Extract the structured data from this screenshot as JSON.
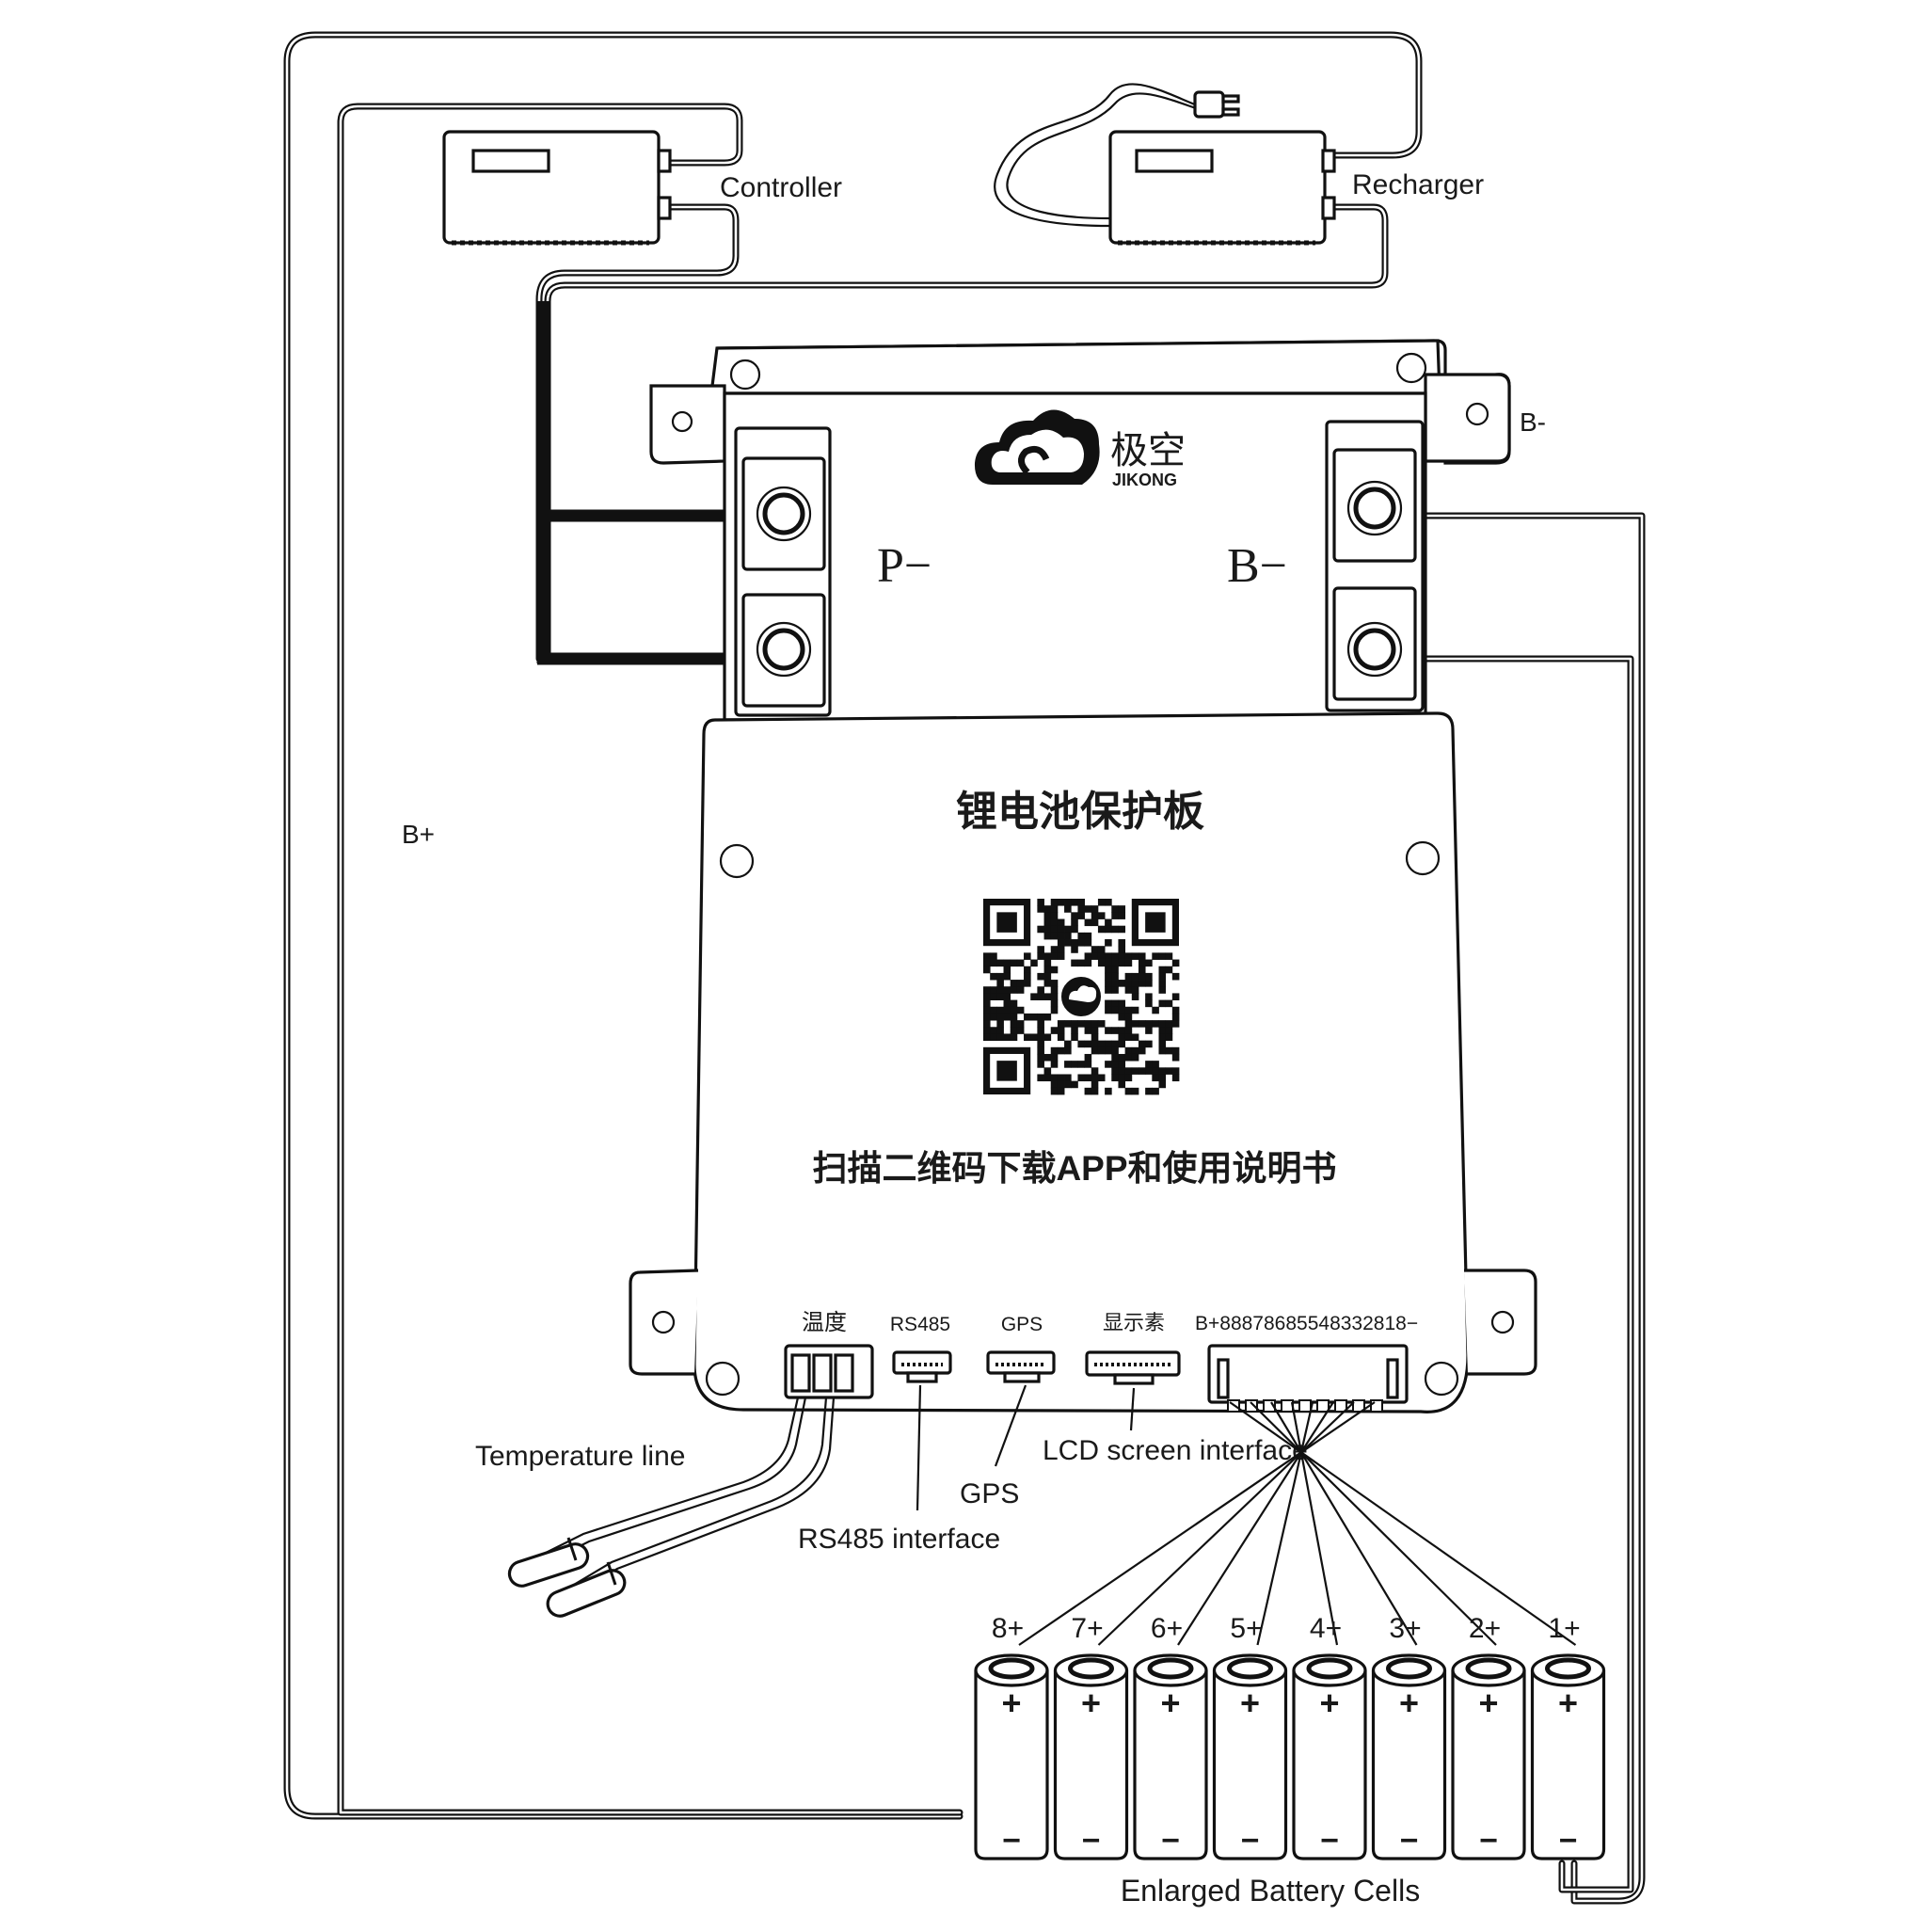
{
  "devices": {
    "controller": "Controller",
    "recharger": "Recharger"
  },
  "board": {
    "brand_cn": "极空",
    "brand_en": "JIKONG",
    "title_cn": "锂电池保护板",
    "qr_caption_cn": "扫描二维码下载APP和使用说明书",
    "terminal_p_minus": "P−",
    "terminal_b_minus": "B−",
    "tab_b_minus": "B-",
    "ports": {
      "temp": "温度",
      "rs485": "RS485",
      "gps": "GPS",
      "display": "显示素",
      "balance": "B+88878685548332818−"
    }
  },
  "wires": {
    "b_plus": "B+"
  },
  "callouts": {
    "temperature_line": "Temperature line",
    "rs485_interface": "RS485 interface",
    "gps": "GPS",
    "lcd_interface": "LCD screen interface"
  },
  "cells": {
    "labels": [
      "8+",
      "7+",
      "6+",
      "5+",
      "4+",
      "3+",
      "2+",
      "1+"
    ],
    "plus_sign": "+",
    "minus_sign": "−",
    "caption": "Enlarged Battery Cells"
  }
}
